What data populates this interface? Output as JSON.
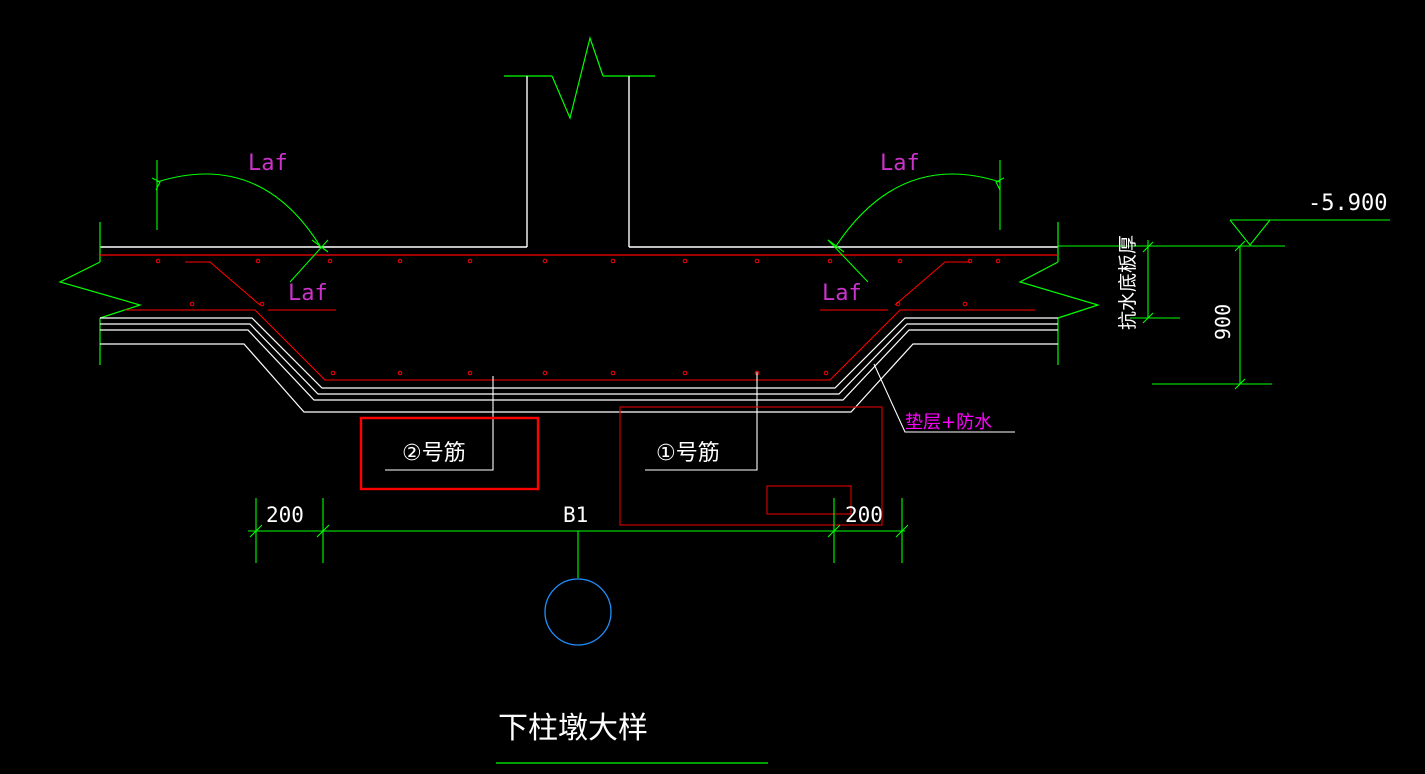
{
  "title": "下柱墩大样",
  "labels": {
    "laf_top_left": "Laf",
    "laf_top_right": "Laf",
    "laf_mid_left": "Laf",
    "laf_mid_right": "Laf",
    "elevation": "-5.900",
    "slab_thickness_label": "抗水底板厚",
    "depth_dimension": "900",
    "cushion_waterproof": "垫层+防水",
    "rebar_1": "①号筋",
    "rebar_2": "②号筋",
    "dim_left": "200",
    "dim_right": "200",
    "dim_width": "B1"
  },
  "colors": {
    "background": "#000000",
    "outline": "#ffffff",
    "rebar": "#ff0000",
    "dimension": "#00ff00",
    "laf_text": "#cc33cc",
    "annotation_text": "#ff00ff",
    "highlight_box": "#ff0000",
    "grid_bubble": "#1e90ff"
  }
}
